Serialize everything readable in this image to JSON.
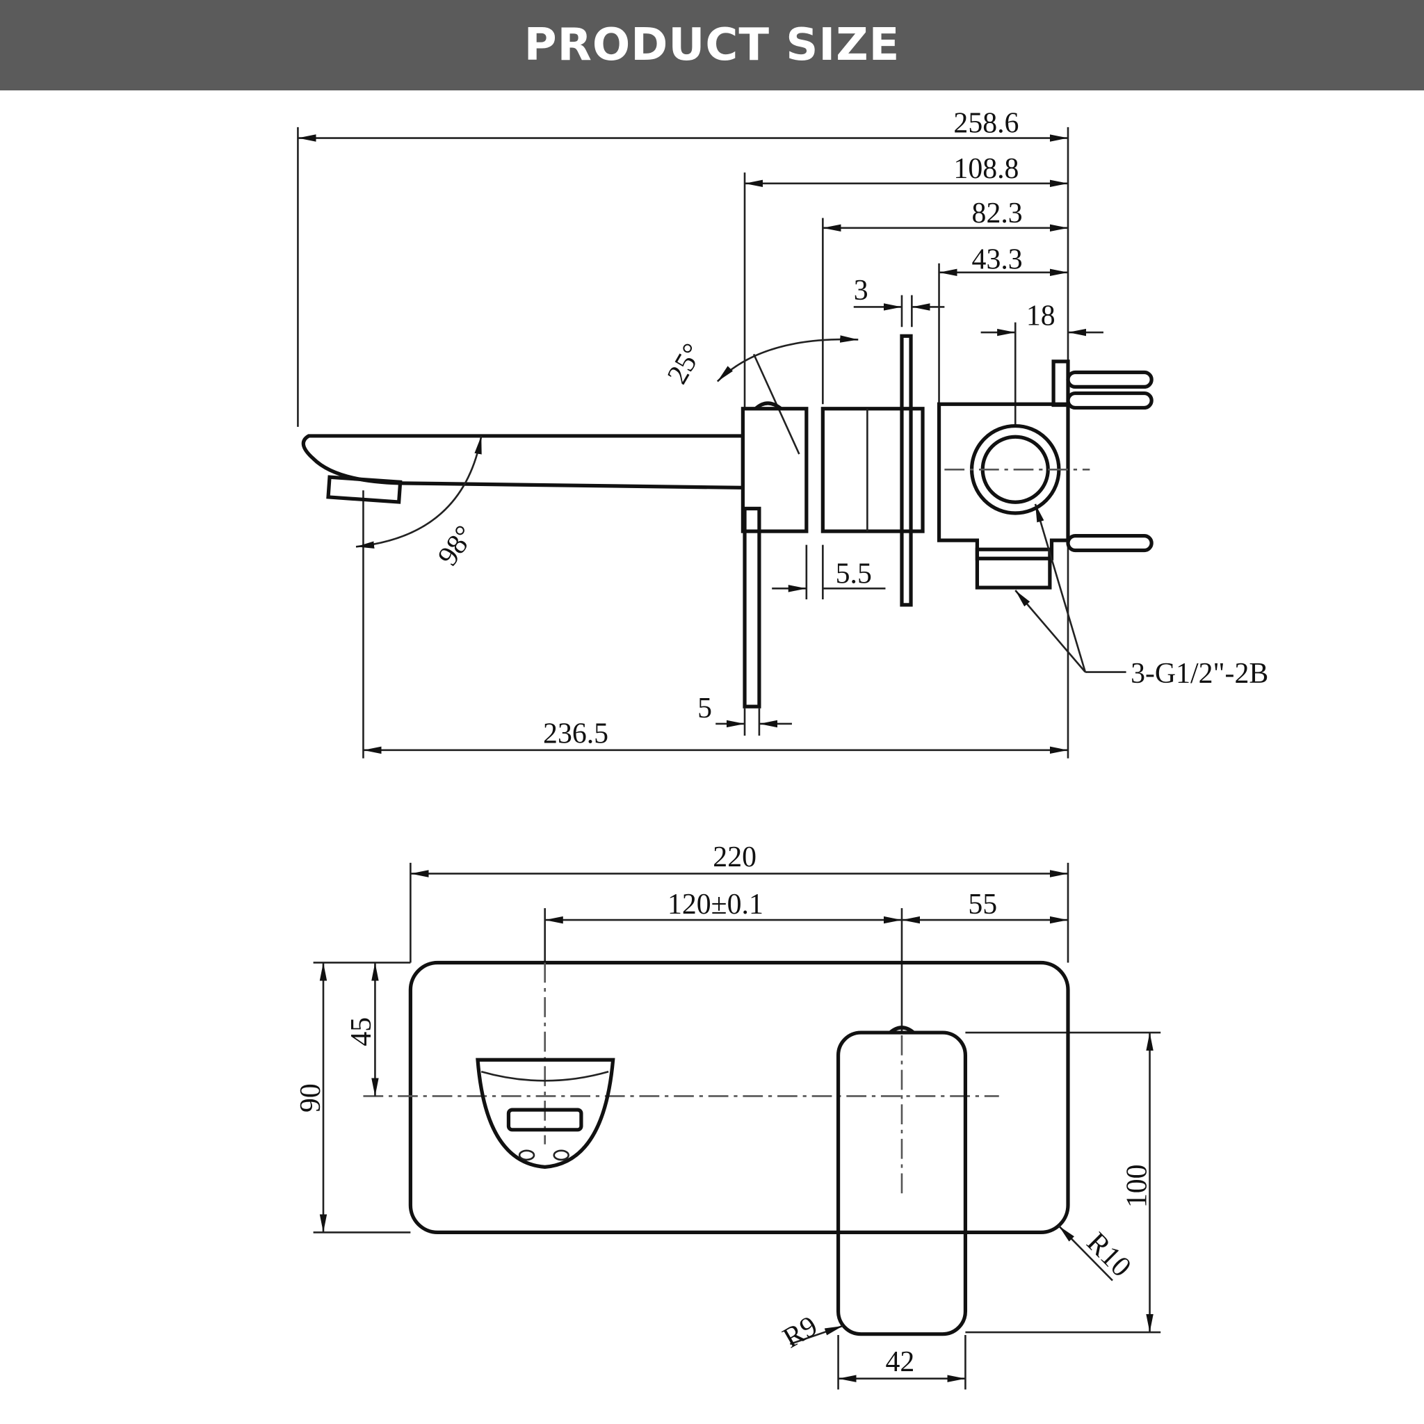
{
  "header": {
    "title": "PRODUCT SIZE"
  },
  "side_view": {
    "overall_length": "258.6",
    "to_lever": "108.8",
    "to_body": "82.3",
    "to_valve_box": "43.3",
    "flange_thickness": "3",
    "inlet_offset": "18",
    "lever_angle": "25°",
    "spout_angle": "98°",
    "lever_gap": "5.5",
    "handle_thickness": "5",
    "spout_projection": "236.5",
    "connection_label": "3-G1/2\"-2B"
  },
  "front_view": {
    "plate_width": "220",
    "centre_distance": "120±0.1",
    "handle_offset": "55",
    "centre_height": "45",
    "plate_height": "90",
    "handle_height": "100",
    "plate_radius": "R10",
    "handle_radius": "R9",
    "handle_width": "42"
  }
}
